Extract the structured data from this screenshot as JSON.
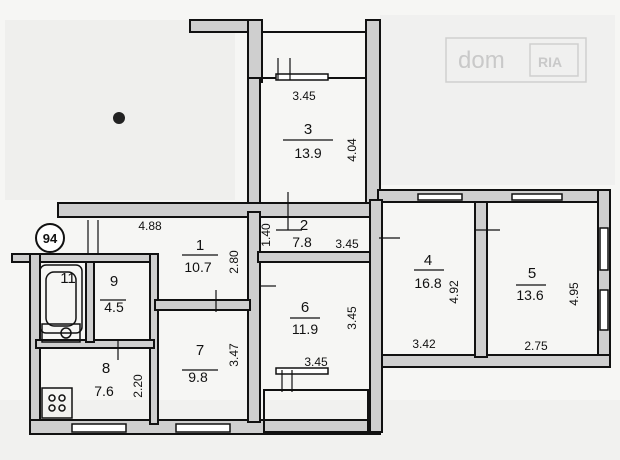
{
  "watermark": {
    "brand": "dom",
    "badge": "RIA"
  },
  "apartment_number": "94",
  "rooms": [
    {
      "number": "1",
      "area": "10.7"
    },
    {
      "number": "2",
      "area": "7.8"
    },
    {
      "number": "3",
      "area": "13.9"
    },
    {
      "number": "4",
      "area": "16.8"
    },
    {
      "number": "5",
      "area": "13.6"
    },
    {
      "number": "6",
      "area": "11.9"
    },
    {
      "number": "7",
      "area": "9.8"
    },
    {
      "number": "8",
      "area": "7.6"
    },
    {
      "number": "9",
      "area": "4.5"
    },
    {
      "number": "11",
      "area": ""
    }
  ],
  "dimensions": {
    "balcony_top_width": "3.45",
    "room3_height": "4.04",
    "corridor_length": "4.88",
    "room2_width": "1.40",
    "room2_length": "3.45",
    "room1_depth": "2.80",
    "room4_height": "4.92",
    "room4_width": "3.42",
    "room5_height": "4.95",
    "room5_width": "2.75",
    "room6_height": "3.45",
    "room6_width": "3.45",
    "room7_height": "3.47",
    "room8_height": "2.20"
  }
}
